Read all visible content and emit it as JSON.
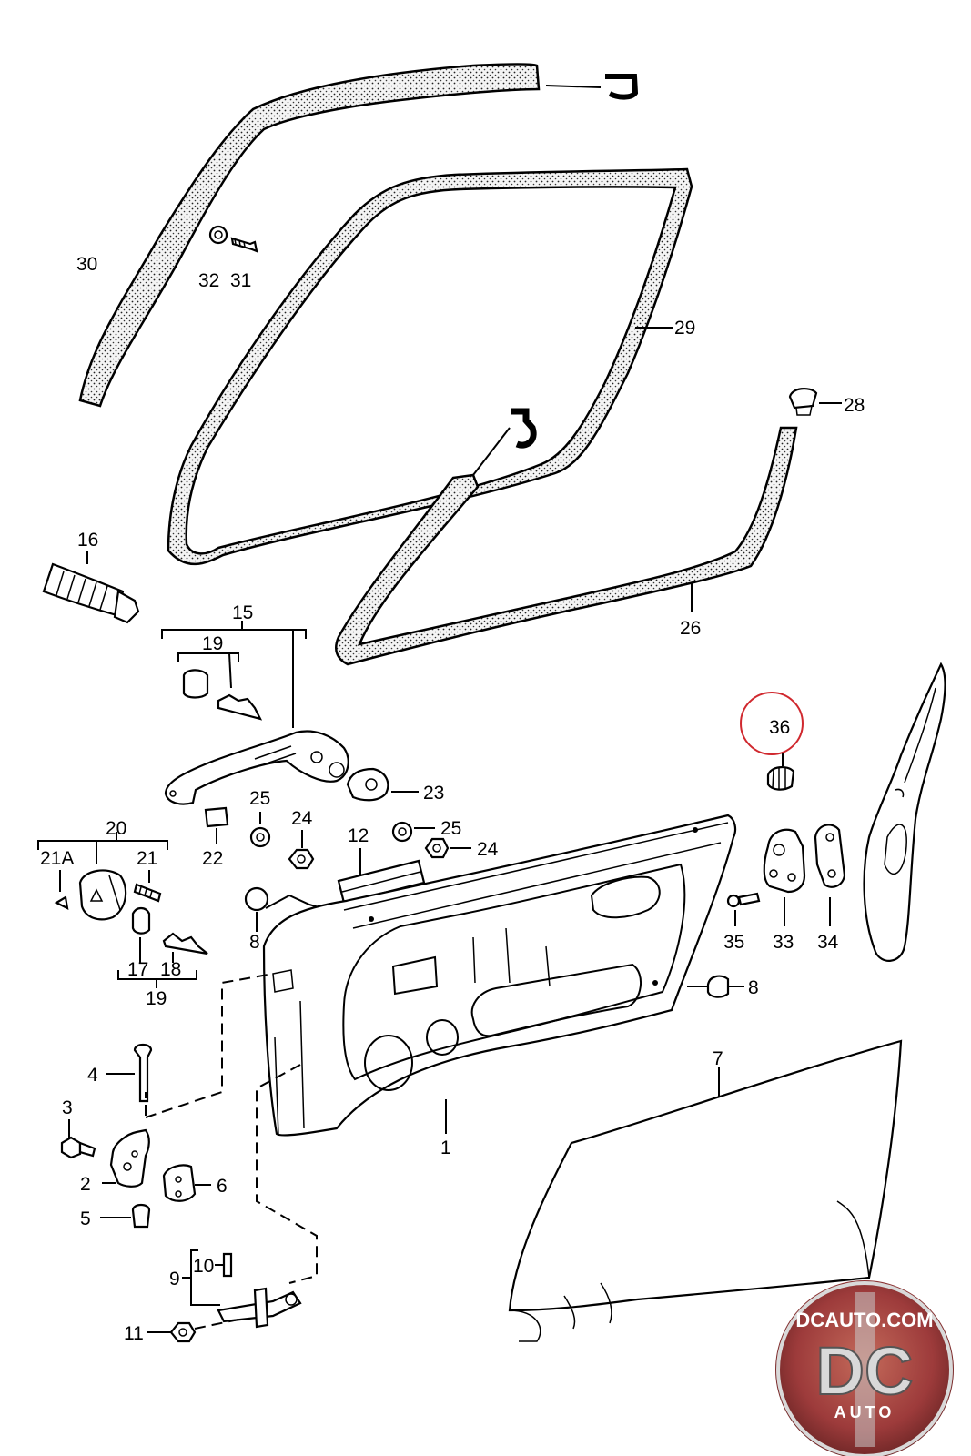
{
  "callouts": [
    {
      "id": "c30",
      "text": "30"
    },
    {
      "id": "c32",
      "text": "32"
    },
    {
      "id": "c31",
      "text": "31"
    },
    {
      "id": "c29",
      "text": "29"
    },
    {
      "id": "c28",
      "text": "28"
    },
    {
      "id": "c16",
      "text": "16"
    },
    {
      "id": "c15",
      "text": "15"
    },
    {
      "id": "c19a",
      "text": "19"
    },
    {
      "id": "c26",
      "text": "26"
    },
    {
      "id": "c36",
      "text": "36"
    },
    {
      "id": "c23",
      "text": "23"
    },
    {
      "id": "c25a",
      "text": "25"
    },
    {
      "id": "c24a",
      "text": "24"
    },
    {
      "id": "c25b",
      "text": "25"
    },
    {
      "id": "c24b",
      "text": "24"
    },
    {
      "id": "c22",
      "text": "22"
    },
    {
      "id": "c12",
      "text": "12"
    },
    {
      "id": "c20",
      "text": "20"
    },
    {
      "id": "c21A",
      "text": "21A"
    },
    {
      "id": "c21",
      "text": "21"
    },
    {
      "id": "c17",
      "text": "17"
    },
    {
      "id": "c18",
      "text": "18"
    },
    {
      "id": "c19b",
      "text": "19"
    },
    {
      "id": "c8a",
      "text": "8"
    },
    {
      "id": "c35",
      "text": "35"
    },
    {
      "id": "c33",
      "text": "33"
    },
    {
      "id": "c34",
      "text": "34"
    },
    {
      "id": "c8b",
      "text": "8"
    },
    {
      "id": "c4",
      "text": "4"
    },
    {
      "id": "c7",
      "text": "7"
    },
    {
      "id": "c3",
      "text": "3"
    },
    {
      "id": "c1",
      "text": "1"
    },
    {
      "id": "c2",
      "text": "2"
    },
    {
      "id": "c6",
      "text": "6"
    },
    {
      "id": "c5",
      "text": "5"
    },
    {
      "id": "c10",
      "text": "10"
    },
    {
      "id": "c9",
      "text": "9"
    },
    {
      "id": "c11",
      "text": "11"
    }
  ],
  "highlight": {
    "callout": "36",
    "color": "#d0282e"
  },
  "watermark": {
    "site": "DCAUTO.COM",
    "logo": "DC",
    "sub": "AUTO",
    "ring_color": "#c8c8c8",
    "bg_color": "#a33a3a"
  }
}
